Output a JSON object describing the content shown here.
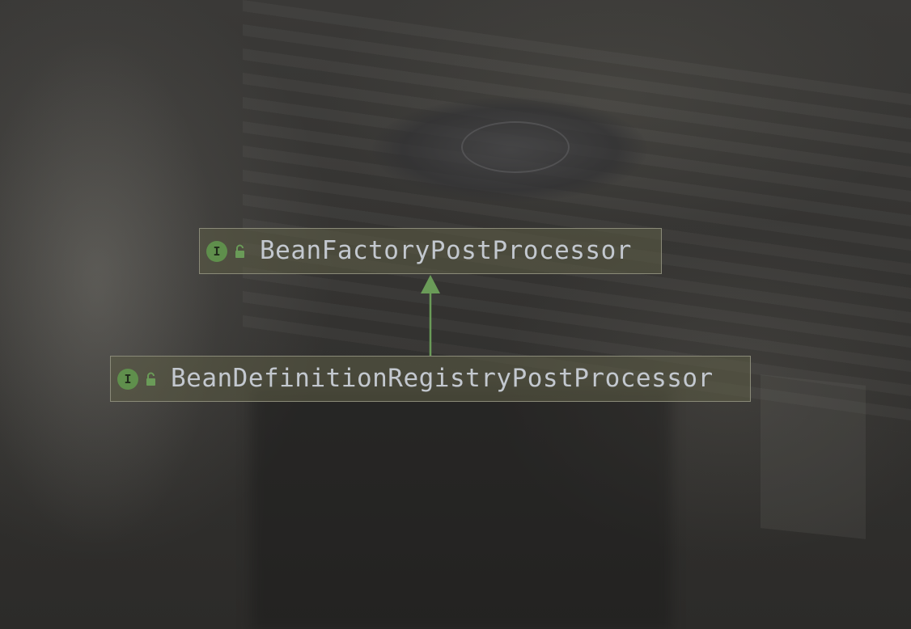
{
  "diagram": {
    "nodes": [
      {
        "id": "parent",
        "label": "BeanFactoryPostProcessor",
        "kind_icon": "interface-icon",
        "kind_letter": "I",
        "visibility_icon": "public-unlock-icon"
      },
      {
        "id": "child",
        "label": "BeanDefinitionRegistryPostProcessor",
        "kind_icon": "interface-icon",
        "kind_letter": "I",
        "visibility_icon": "public-unlock-icon"
      }
    ],
    "edges": [
      {
        "from": "child",
        "to": "parent",
        "type": "extends",
        "color": "#6a9b58"
      }
    ]
  },
  "colors": {
    "interface_badge": "#5f8f4c",
    "edge": "#6a9b58",
    "node_text": "#c3c8cf",
    "node_border": "#8a8a78"
  }
}
